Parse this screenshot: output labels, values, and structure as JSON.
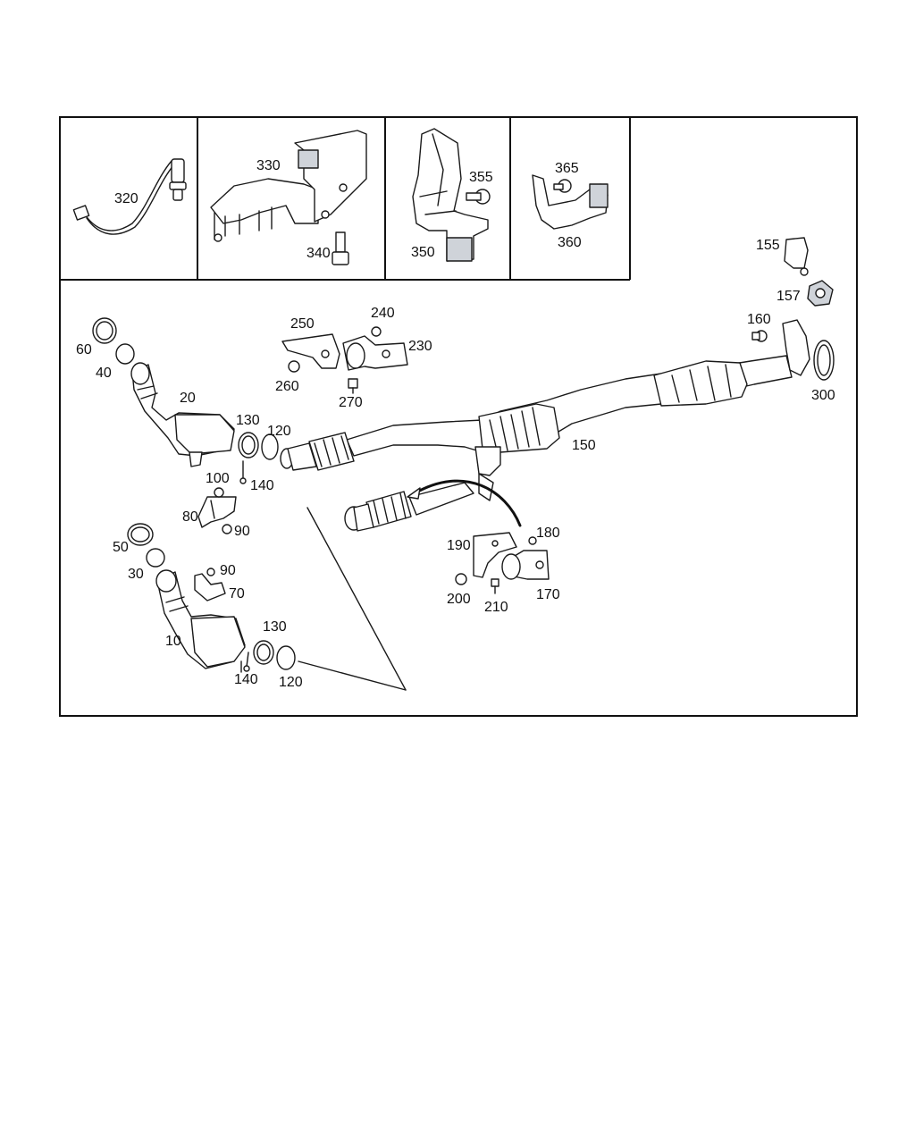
{
  "labels": {
    "l320": "320",
    "l330": "330",
    "l340": "340",
    "l355": "355",
    "l350": "350",
    "l365": "365",
    "l360": "360",
    "l155": "155",
    "l157": "157",
    "l160": "160",
    "l300": "300",
    "l60": "60",
    "l40": "40",
    "l20": "20",
    "l250": "250",
    "l240": "240",
    "l230": "230",
    "l260": "260",
    "l270": "270",
    "l130a": "130",
    "l120a": "120",
    "l150": "150",
    "l100": "100",
    "l140a": "140",
    "l80": "80",
    "l90a": "90",
    "l50": "50",
    "l30": "30",
    "l90b": "90",
    "l70": "70",
    "l10": "10",
    "l130b": "130",
    "l140b": "140",
    "l120b": "120",
    "l190": "190",
    "l180": "180",
    "l200": "200",
    "l210": "210",
    "l170": "170"
  }
}
